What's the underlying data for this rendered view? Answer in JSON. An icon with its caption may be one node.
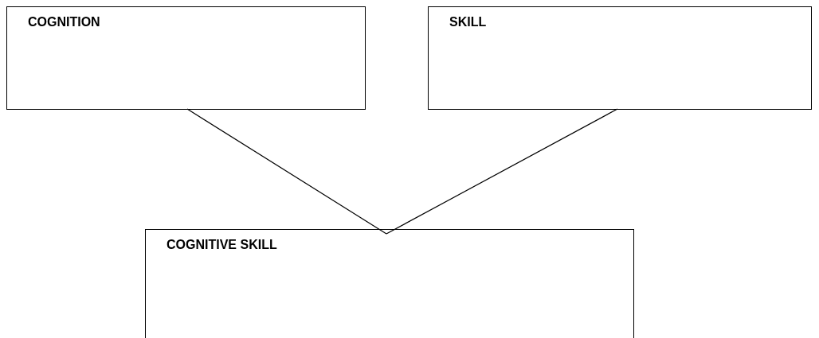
{
  "diagram": {
    "nodes": [
      {
        "text": [
          "COGNITION"
        ]
      },
      {
        "text": [
          "SKILL"
        ]
      },
      {
        "text": [
          "COGNITIVE SKILL"
        ]
      }
    ],
    "edges": [
      {
        "from": 0,
        "to": 2,
        "arrow": "none"
      },
      {
        "from": 1,
        "to": 2,
        "arrow": "none"
      }
    ]
  }
}
